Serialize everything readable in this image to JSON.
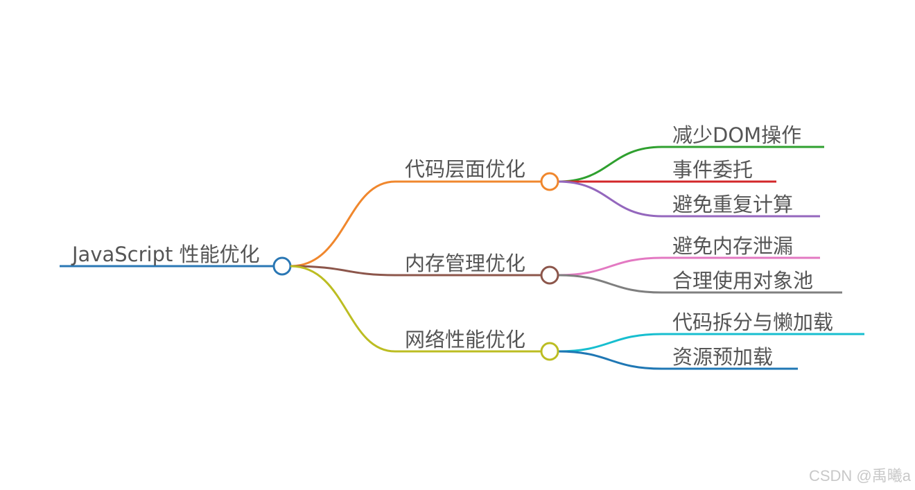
{
  "root": {
    "label": "JavaScript 性能优化",
    "color": "#2a77b4"
  },
  "branches": [
    {
      "label": "代码层面优化",
      "color": "#f0872d",
      "children": [
        {
          "label": "减少DOM操作",
          "color": "#2fa02f"
        },
        {
          "label": "事件委托",
          "color": "#d3272a"
        },
        {
          "label": "避免重复计算",
          "color": "#9467bd"
        }
      ]
    },
    {
      "label": "内存管理优化",
      "color": "#8c564b",
      "children": [
        {
          "label": "避免内存泄漏",
          "color": "#e379c2"
        },
        {
          "label": "合理使用对象池",
          "color": "#7f7f7f"
        }
      ]
    },
    {
      "label": "网络性能优化",
      "color": "#bcbd22",
      "children": [
        {
          "label": "代码拆分与懒加载",
          "color": "#17becf"
        },
        {
          "label": "资源预加载",
          "color": "#1f77b4"
        }
      ]
    }
  ],
  "watermark": "CSDN @禹曦a"
}
